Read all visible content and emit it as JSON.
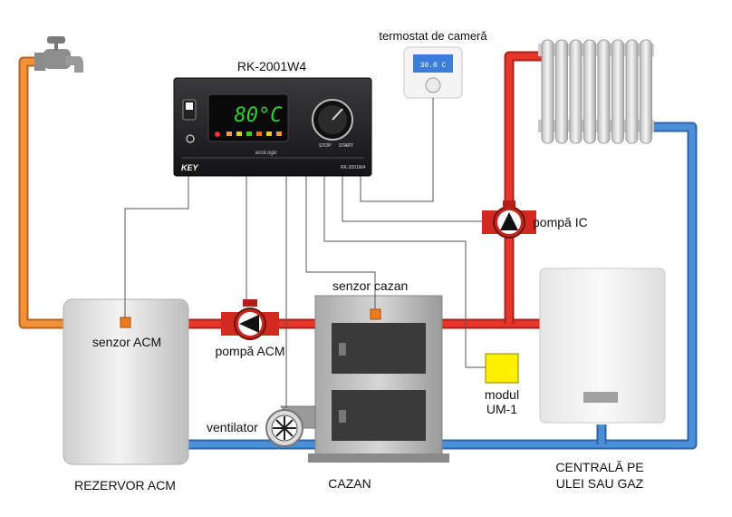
{
  "controller": {
    "model": "RK-2001W4",
    "display": "80°C",
    "brand": "KEY",
    "sub_brand": "ecoLogic",
    "model_small": "RK-2001W4",
    "btn_stop": "STOP",
    "btn_start": "START"
  },
  "thermostat": {
    "label": "termostat de cameră",
    "screen": "30.0 C"
  },
  "labels": {
    "pump_ic": "pompă IC",
    "boiler_sensor": "senzor cazan",
    "dhw_sensor": "senzor ACM",
    "dhw_pump": "pompă ACM",
    "fan": "ventilator",
    "module_line1": "modul",
    "module_line2": "UM-1",
    "dhw_tank": "REZERVOR ACM",
    "boiler": "CAZAN",
    "gas_boiler_line1": "CENTRALĂ PE",
    "gas_boiler_line2": "ULEI SAU GAZ"
  },
  "colors": {
    "hot_pipe": "#e8352a",
    "cold_pipe": "#4c8fd6",
    "dhw_pipe": "#f0923a",
    "sensor": "#f07a1a",
    "module": "#ffee00",
    "controller_body": "#1d1d1f",
    "display_digits": "#2bd12b"
  }
}
